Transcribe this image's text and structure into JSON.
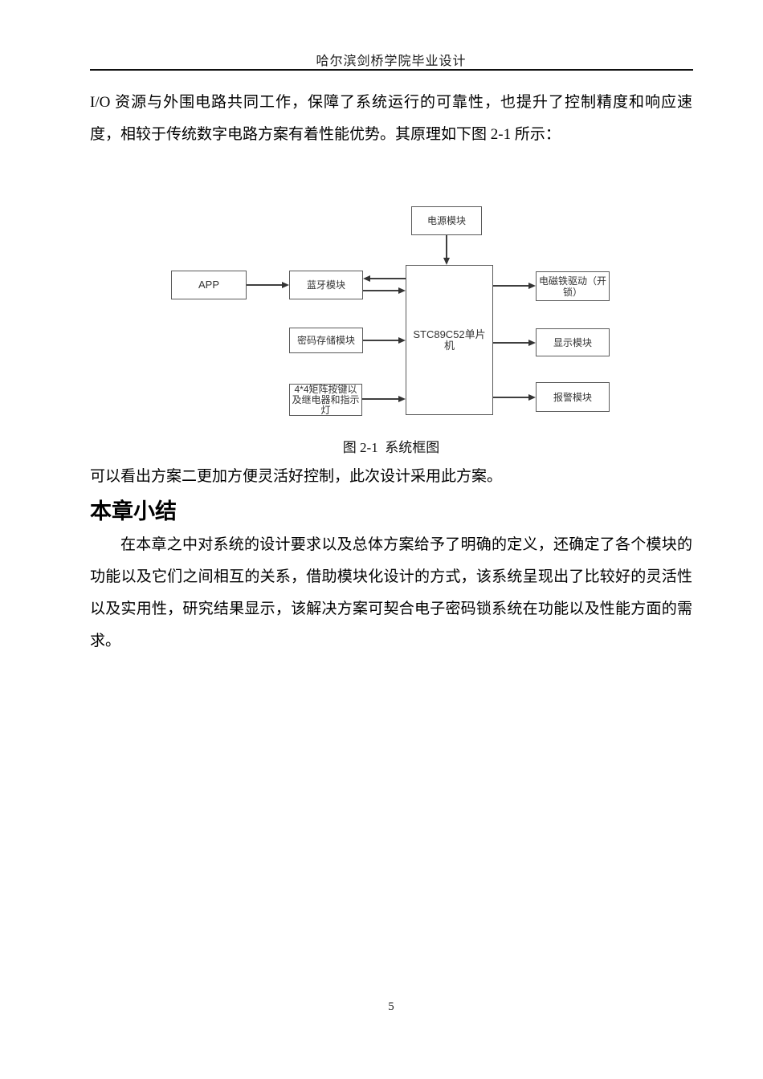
{
  "header": {
    "title": "哈尔滨剑桥学院毕业设计"
  },
  "body": {
    "intro_paragraph": "I/O 资源与外围电路共同工作，保障了系统运行的可靠性，也提升了控制精度和响应速度，相较于传统数字电路方案有着性能优势。其原理如下图 2-1 所示：",
    "after_figure": "可以看出方案二更加方便灵活好控制，此次设计采用此方案。"
  },
  "figure": {
    "caption": "图 2-1  系统框图",
    "diagram": {
      "type": "block-diagram",
      "nodes": [
        {
          "id": "power",
          "label": "电源模块"
        },
        {
          "id": "app",
          "label": "APP"
        },
        {
          "id": "bluetooth",
          "label": "蓝牙模块"
        },
        {
          "id": "mcu",
          "label": "STC89C52单片机"
        },
        {
          "id": "solenoid",
          "label": "电磁铁驱动（开锁）"
        },
        {
          "id": "storage",
          "label": "密码存储模块"
        },
        {
          "id": "display",
          "label": "显示模块"
        },
        {
          "id": "keypad",
          "label": "4*4矩阵按键以及继电器和指示灯"
        },
        {
          "id": "alarm",
          "label": "报警模块"
        }
      ],
      "edges": [
        {
          "from": "power",
          "to": "mcu"
        },
        {
          "from": "app",
          "to": "bluetooth"
        },
        {
          "from": "mcu",
          "to": "bluetooth"
        },
        {
          "from": "bluetooth",
          "to": "mcu"
        },
        {
          "from": "mcu",
          "to": "solenoid"
        },
        {
          "from": "storage",
          "to": "mcu"
        },
        {
          "from": "mcu",
          "to": "display"
        },
        {
          "from": "keypad",
          "to": "mcu"
        },
        {
          "from": "mcu",
          "to": "alarm"
        }
      ]
    }
  },
  "section": {
    "heading": "本章小结",
    "paragraph": "在本章之中对系统的设计要求以及总体方案给予了明确的定义，还确定了各个模块的功能以及它们之间相互的关系，借助模块化设计的方式，该系统呈现出了比较好的灵活性以及实用性，研究结果显示，该解决方案可契合电子密码锁系统在功能以及性能方面的需求。"
  },
  "footer": {
    "page_number": "5"
  },
  "colors": {
    "background": "#ffffff",
    "text": "#000000",
    "diagram_border": "#5a5a5a",
    "diagram_line": "#3f3f3f",
    "diagram_text": "#333333"
  }
}
